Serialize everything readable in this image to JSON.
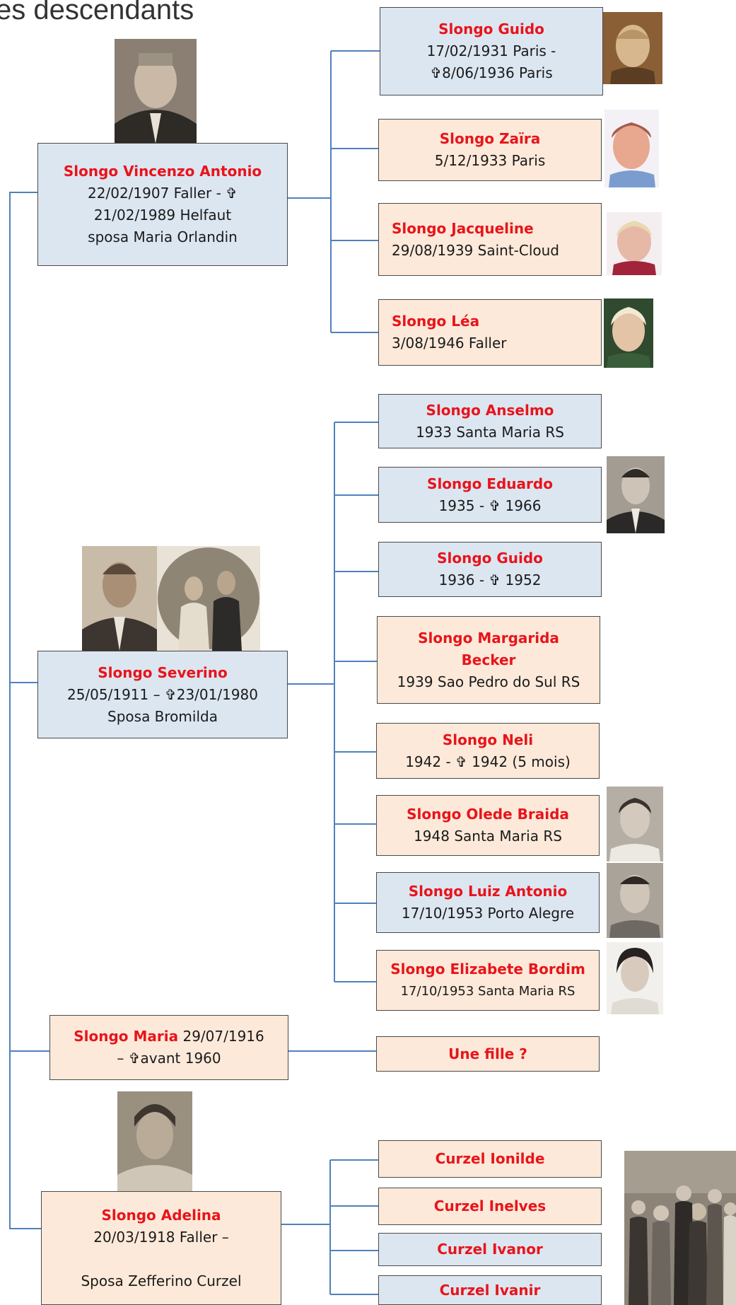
{
  "title": "es descendants",
  "parents": [
    {
      "name": "Slongo Vincenzo Antonio",
      "lines": [
        "22/02/1907 Faller - ✞",
        "21/02/1989 Helfaut",
        "sposa Maria Orlandin"
      ]
    },
    {
      "name": "Slongo Severino",
      "lines": [
        "25/05/1911 – ✞23/01/1980",
        "Sposa Bromilda"
      ]
    },
    {
      "name": "Slongo Maria",
      "suffix": " 29/07/1916",
      "lines": [
        "– ✞avant 1960"
      ]
    },
    {
      "name": "Slongo Adelina",
      "lines": [
        "20/03/1918 Faller –",
        "",
        "Sposa Zefferino Curzel"
      ]
    }
  ],
  "children": [
    {
      "name": "Slongo Guido",
      "lines": [
        "17/02/1931 Paris -",
        "✞8/06/1936 Paris"
      ]
    },
    {
      "name": "Slongo Zaïra",
      "lines": [
        "5/12/1933 Paris"
      ]
    },
    {
      "name": "Slongo Jacqueline",
      "lines": [
        "29/08/1939 Saint-Cloud"
      ]
    },
    {
      "name": "Slongo Léa",
      "lines": [
        "3/08/1946 Faller"
      ]
    },
    {
      "name": "Slongo Anselmo",
      "lines": [
        "1933 Santa Maria RS"
      ]
    },
    {
      "name": "Slongo Eduardo",
      "lines": [
        "1935 - ✞ 1966"
      ]
    },
    {
      "name": "Slongo Guido",
      "lines": [
        "1936 - ✞ 1952"
      ]
    },
    {
      "name": "Slongo Margarida Becker",
      "lines": [
        "1939 Sao Pedro do Sul RS"
      ]
    },
    {
      "name": "Slongo Neli",
      "lines": [
        "1942 - ✞ 1942 (5 mois)"
      ]
    },
    {
      "name": "Slongo Olede Braida",
      "lines": [
        "1948 Santa Maria RS"
      ]
    },
    {
      "name": "Slongo Luiz Antonio",
      "lines": [
        "17/10/1953  Porto Alegre"
      ]
    },
    {
      "name": "Slongo Elizabete Bordim",
      "lines": [
        "17/10/1953 Santa Maria RS"
      ]
    },
    {
      "name": "Une fille ?",
      "lines": []
    },
    {
      "name": "Curzel Ionilde",
      "lines": []
    },
    {
      "name": "Curzel Inelves",
      "lines": []
    },
    {
      "name": "Curzel Ivanor",
      "lines": []
    },
    {
      "name": "Curzel Ivanir",
      "lines": []
    }
  ],
  "colors": {
    "name": "#e8141b",
    "box_blue": "#dce6f1",
    "box_peach": "#fde9d9",
    "connector": "#4f81bd"
  }
}
